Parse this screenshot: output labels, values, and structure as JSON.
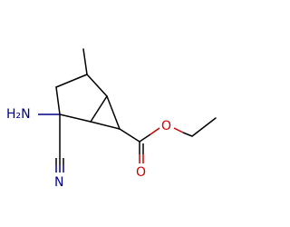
{
  "molecule": {
    "atoms": {
      "amino": {
        "label": "H2N",
        "display": "H₂N",
        "color": "#00008b"
      },
      "nitrile_n": {
        "label": "N",
        "color": "#00008b"
      },
      "ester_o_carbonyl": {
        "label": "O",
        "color": "#cc0000"
      },
      "ester_o_ether": {
        "label": "O",
        "color": "#cc0000"
      }
    },
    "colors": {
      "carbon_bond": "#000000",
      "nitrogen": "#00008b",
      "oxygen": "#cc0000",
      "background": "#ffffff"
    }
  }
}
